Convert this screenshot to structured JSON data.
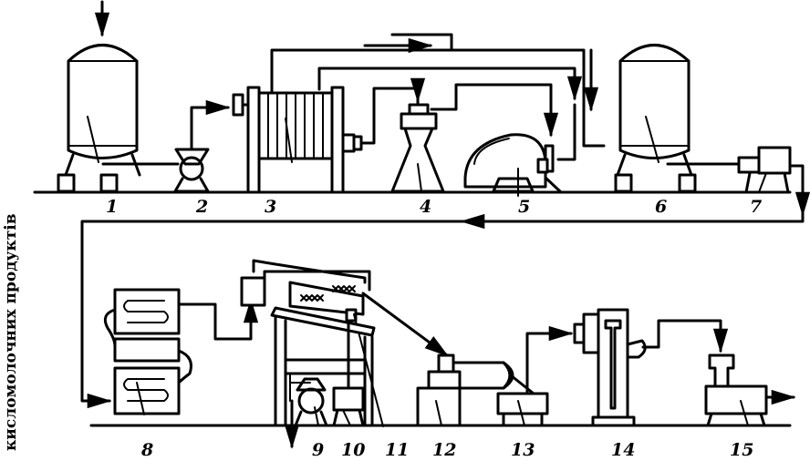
{
  "side_caption": "кисломолочних продуктів",
  "labels": {
    "n1": "1",
    "n2": "2",
    "n3": "3",
    "n4": "4",
    "n5": "5",
    "n6": "6",
    "n7": "7",
    "n8": "8",
    "n9": "9",
    "n10": "10",
    "n11": "11",
    "n12": "12",
    "n13": "13",
    "n14": "14",
    "n15": "15"
  },
  "colors": {
    "ink": "#000000",
    "paper": "#ffffff"
  }
}
